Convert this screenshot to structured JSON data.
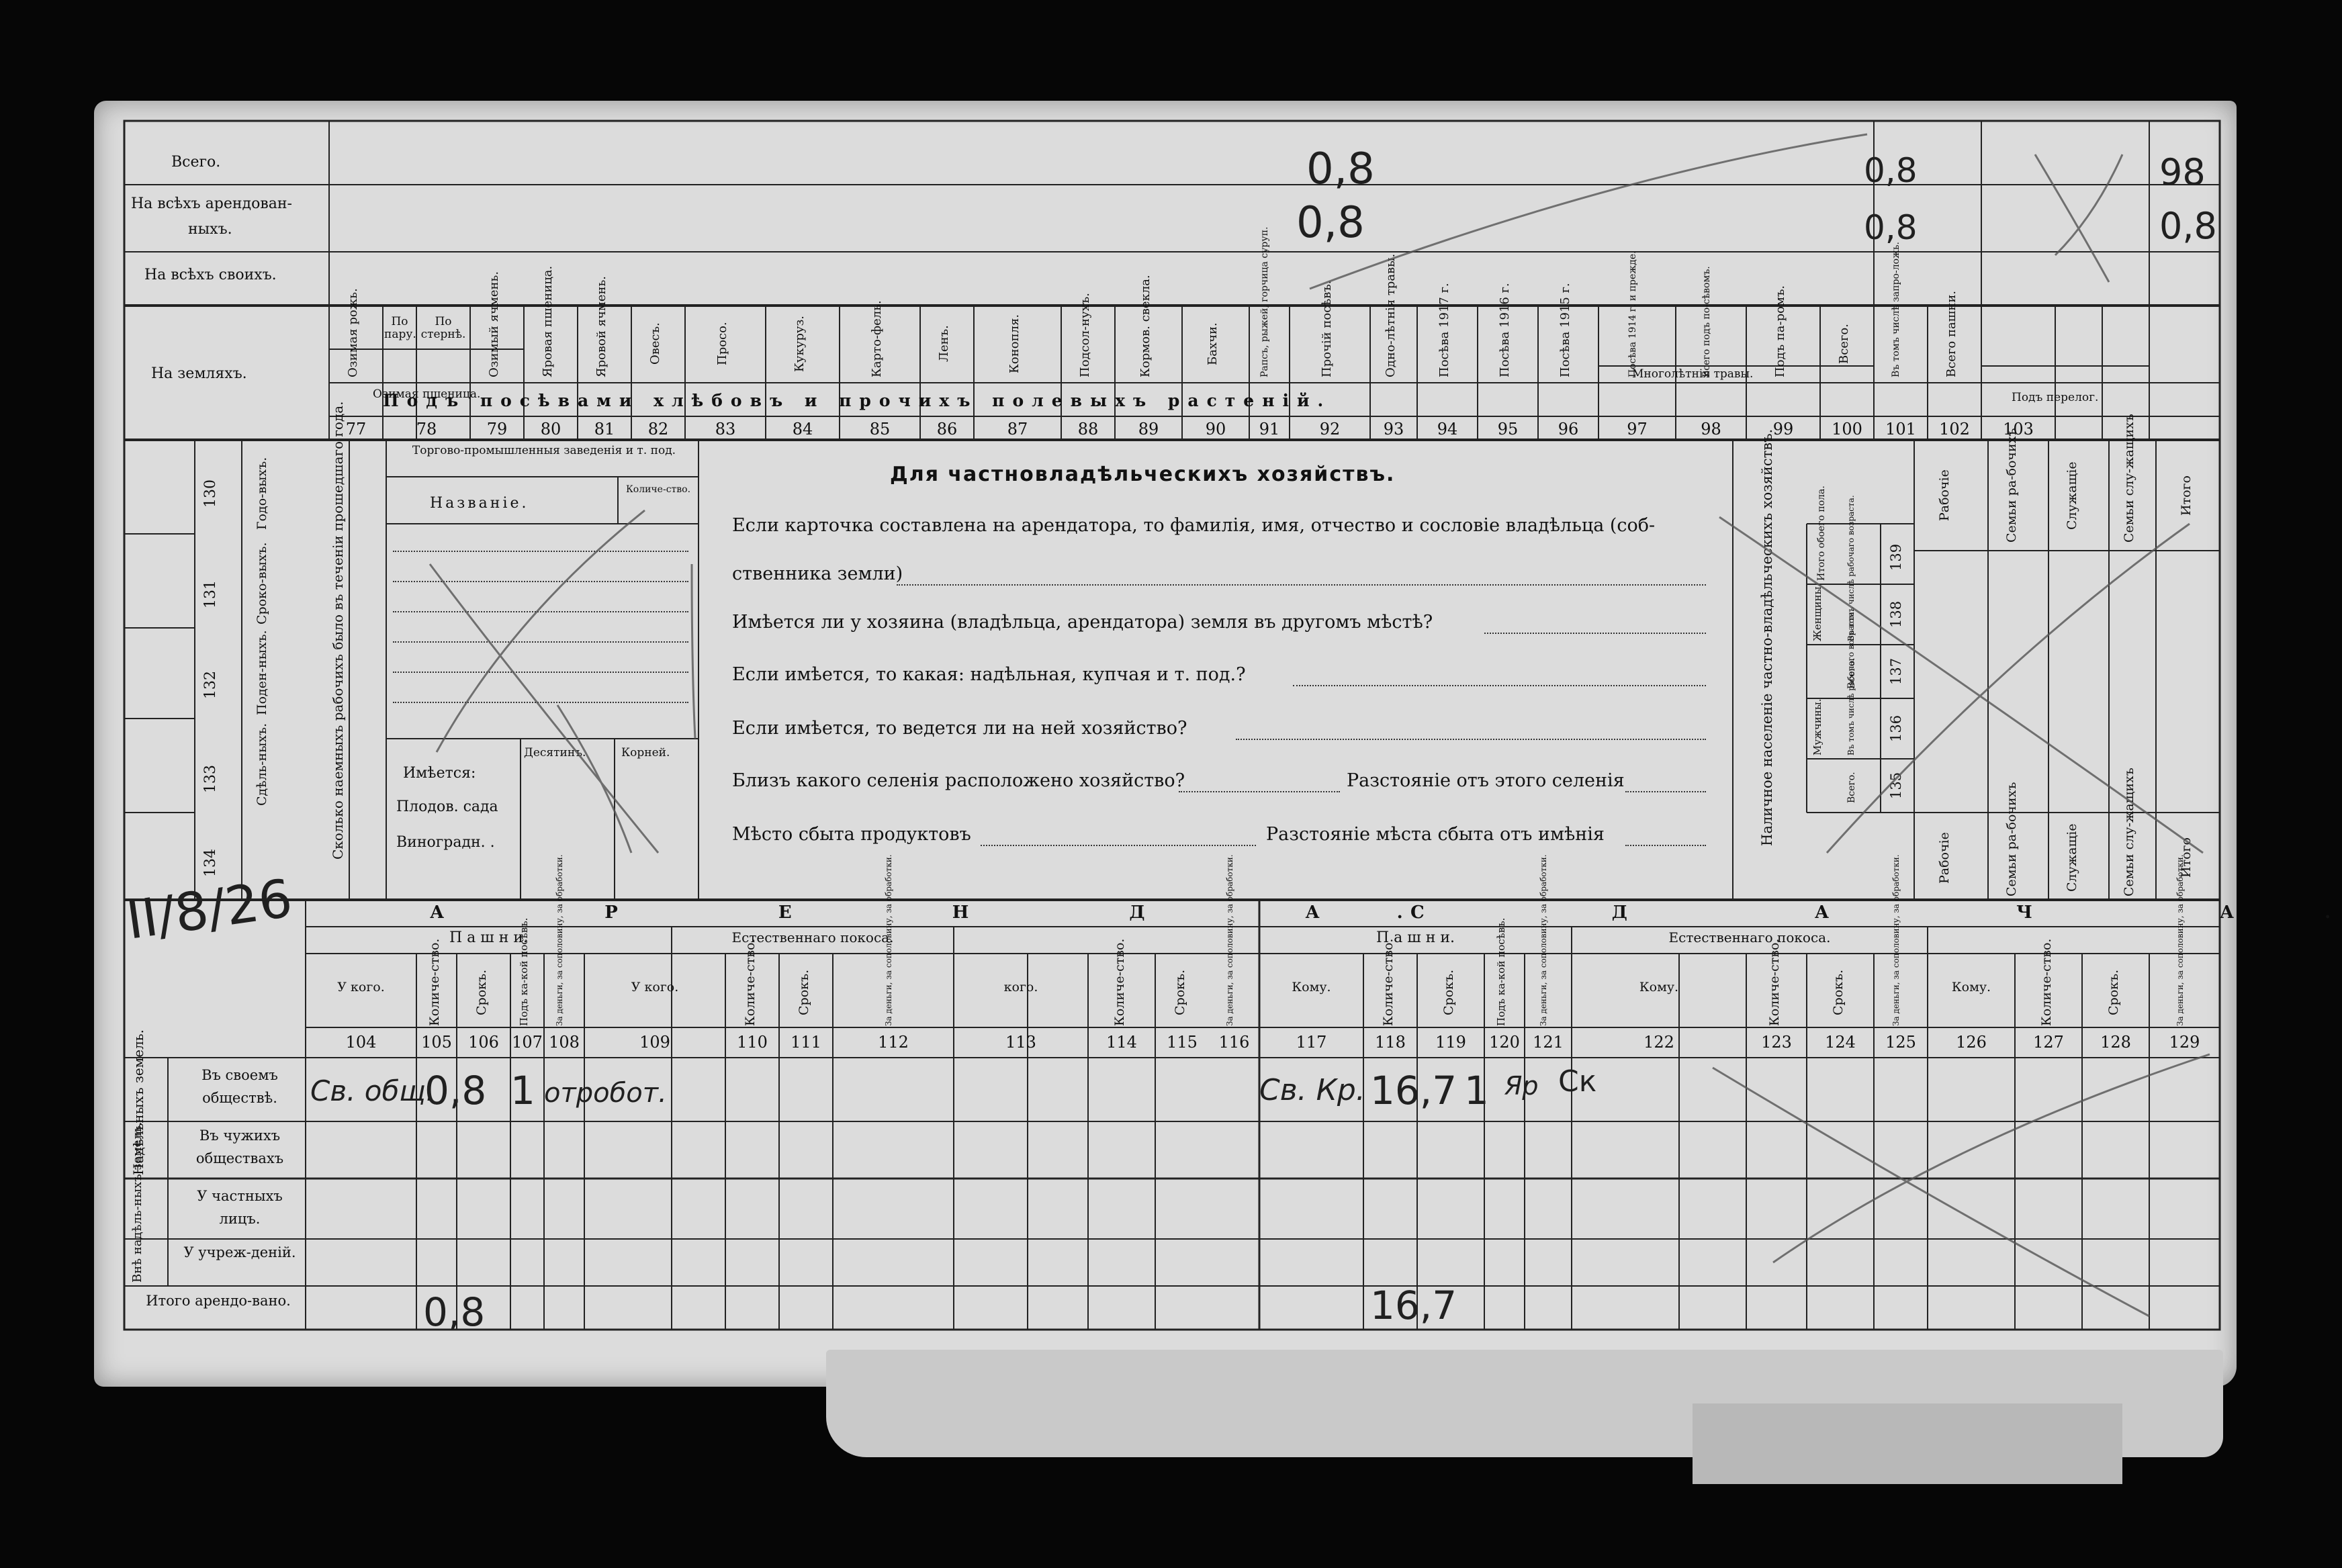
{
  "top": {
    "rows": [
      "Всего.",
      "На всѣхъ арендован-",
      "ныхъ.",
      "На всѣхъ своихъ.",
      "На земляхъ."
    ],
    "cols": [
      "Озимая рожь.",
      "По пару.",
      "По стернѣ.",
      "Озимая пшеница.",
      "Озимый ячмень.",
      "Яровая пшеница.",
      "Яровой ячмень.",
      "Овесъ.",
      "Просо.",
      "Кукуруз.",
      "Карто-фель.",
      "Ленъ.",
      "Конопля.",
      "Подсол-нухъ.",
      "Кормов. свекла.",
      "Бахчи.",
      "Рапсъ, рыжей, горчица суруп.",
      "Прочій посѣвъ.",
      "Одно-лѣтнія травы.",
      "Посѣва 1917 г.",
      "Посѣва 1916 г.",
      "Посѣва 1915 г.",
      "Посѣва 1914 г. и прежде.",
      "Всего подъ по-сѣвомъ.",
      "Подъ па-ромъ.",
      "Всего.",
      "Въ томъ числѣ запро-ложь.",
      "Всего пашни."
    ],
    "group_wheat": "Озимая пшеница.",
    "group_perennial": "Многолѣтнія травы.",
    "group_fallow": "Подъ перелог.",
    "banner": "Подъ посѣвами хлѣбовъ и прочихъ полевыхъ растеній.",
    "nums": [
      "77",
      "78",
      "79",
      "80",
      "81",
      "82",
      "83",
      "84",
      "85",
      "86",
      "87",
      "88",
      "89",
      "90",
      "91",
      "92",
      "93",
      "94",
      "95",
      "96",
      "97",
      "98",
      "99",
      "100",
      "101",
      "102",
      "103"
    ],
    "hand": [
      "0,8",
      "0,8",
      "0,8",
      "0,8",
      "98",
      "0,8"
    ]
  },
  "left": {
    "labels": [
      "Годо-выхъ.",
      "Сроко-выхъ.",
      "Поден-ныхъ.",
      "Сдѣль-ныхъ."
    ],
    "nums": [
      "130",
      "131",
      "132",
      "133",
      "134"
    ],
    "hired": "Сколько наемныхъ рабочихъ было въ теченіи прошедшаго года.",
    "trade_title": "Торгово-промышленныя заведенія и т. под.",
    "name": "Названіе.",
    "qty": "Количе-ство.",
    "has": "Имѣется:",
    "desyat": "Десятинъ.",
    "korney": "Корней.",
    "garden": "Плодов. сада",
    "vineyard": "Виноградн. ."
  },
  "private": {
    "title": "Для частновладѣльческихъ хозяйствъ.",
    "q1a": "Если карточка составлена на арендатора, то фамилія, имя, отчество и сословіе владѣльца (соб-",
    "q1b": "ственника земли)",
    "q2": "Имѣется ли у хозяина (владѣльца, арендатора) земля въ другомъ мѣстѣ?",
    "q3": "Если имѣется, то какая: надѣльная, купчая и т. под.?",
    "q4": "Если имѣется, то ведется ли на ней хозяйство?",
    "q5a": "Близъ какого селенія расположено хозяйство?",
    "q5b": "Разстояніе отъ этого селенія",
    "q6a": "Мѣсто сбыта продуктовъ",
    "q6b": "Разстояніе мѣста сбыта отъ имѣнія"
  },
  "population": {
    "title": "Наличное населеніе частно-владѣльческихъ хозяйствъ.",
    "itogo_both": "Итого обоего пола.",
    "women": "Женщины.",
    "men": "Мужчины.",
    "vsego": "Всего.",
    "incl": "Въ томъ числѣ рабочаго возраста.",
    "nums": [
      "139",
      "138",
      "137",
      "136",
      "135"
    ],
    "cols": [
      "Рабочіе",
      "Семьи ра-бочихъ",
      "Служащіе",
      "Семьи слу-жащихъ",
      "Итого"
    ]
  },
  "bottom": {
    "arenda": "А Р Е Н Д А.",
    "sdacha": "С Д А Ч А.",
    "pashni": "П а ш н и.",
    "pokos": "Естественнаго покоса.",
    "ukogo": "У кого.",
    "kogo": "кого.",
    "komu": "Кому.",
    "kolvo": "Количе-ство.",
    "srok": "Срокъ.",
    "pod": "Подъ ка-кой посѣвъ.",
    "za": "За деньги, за сополовину, за обработки.",
    "nums": [
      "104",
      "105",
      "106",
      "107",
      "108",
      "109",
      "110",
      "111",
      "112",
      "113",
      "114",
      "115",
      "116",
      "117",
      "118",
      "119",
      "120",
      "121",
      "122",
      "123",
      "124",
      "125",
      "126",
      "127",
      "128",
      "129"
    ],
    "rows": {
      "nadel": "Надѣльныхъ земель.",
      "own": "Въ своемъ обществѣ.",
      "other": "Въ чужихъ обществахъ",
      "vne": "Внѣ надѣль-ныхъ земель.",
      "private": "У частныхъ лицъ.",
      "inst": "У учреж-деній.",
      "total": "Итого арендо-вано."
    },
    "hand": [
      "Св. общ.",
      "0,8",
      "1",
      "отробот.",
      "Св. Кр.",
      "16,7",
      "1",
      "Яр",
      "Ск",
      "0,8",
      "16,7",
      "II/8/26"
    ]
  }
}
